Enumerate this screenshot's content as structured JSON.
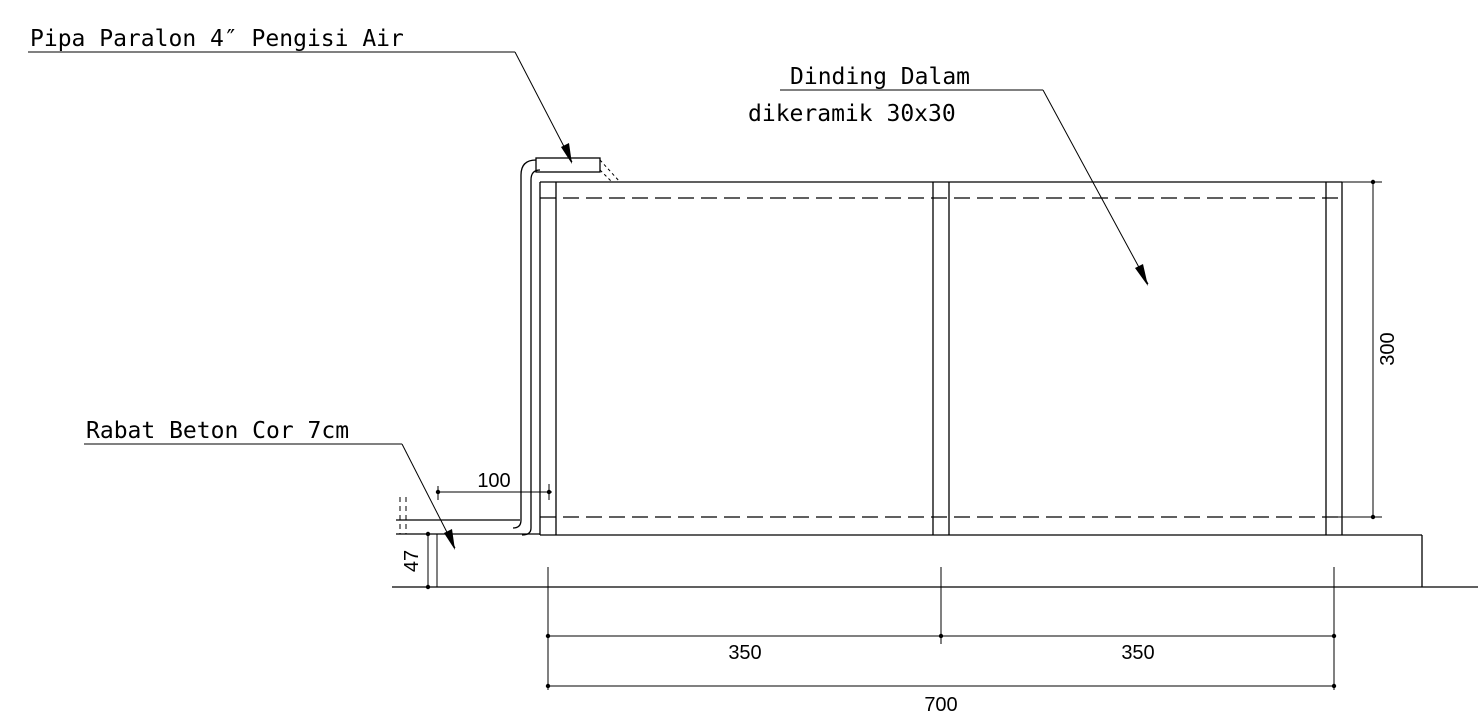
{
  "labels": {
    "pipe": "Pipa Paralon 4″ Pengisi Air",
    "wall_line1": "Dinding Dalam",
    "wall_line2": "dikeramik 30x30",
    "rabat": "Rabat Beton Cor 7cm"
  },
  "dimensions": {
    "height": "300",
    "pipe_offset": "100",
    "slab": "47",
    "span_left": "350",
    "span_right": "350",
    "total": "700"
  }
}
